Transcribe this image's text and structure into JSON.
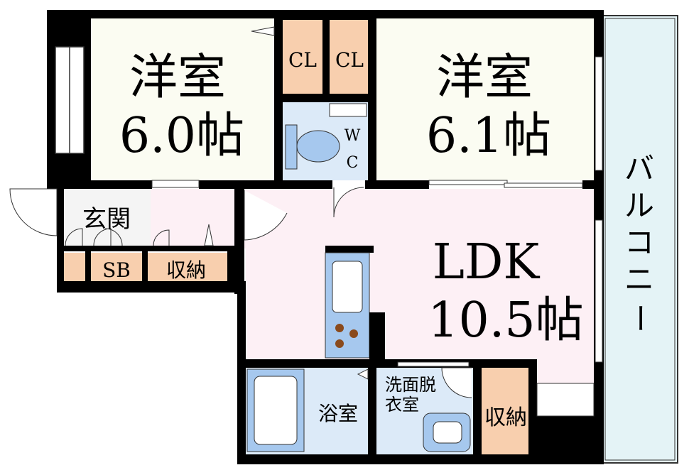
{
  "rooms": {
    "western1": {
      "name": "洋室",
      "size": "6.0帖"
    },
    "western2": {
      "name": "洋室",
      "size": "6.1帖"
    },
    "ldk": {
      "name": "LDK",
      "size": "10.5帖"
    },
    "cl1": "CL",
    "cl2": "CL",
    "wc_w": "W",
    "wc_c": "C",
    "entrance": "玄関",
    "shoe_box": "SB",
    "storage_entrance": "収納",
    "bath": "浴室",
    "washroom_line1": "洗面脱",
    "washroom_line2": "衣室",
    "storage_wash": "収納",
    "balcony": [
      "バ",
      "ル",
      "コ",
      "ニ",
      "ー"
    ]
  },
  "colors": {
    "western_room": "#fbfcf2",
    "closet": "#f8cfae",
    "wet_area": "#dceaf8",
    "fixture_blue": "#a6c8ee",
    "ldk": "#fdf0f5",
    "balcony": "#e4f3f6",
    "entrance": "#f4f4f4",
    "wall": "#000000",
    "burner": "#8a4a1c"
  }
}
